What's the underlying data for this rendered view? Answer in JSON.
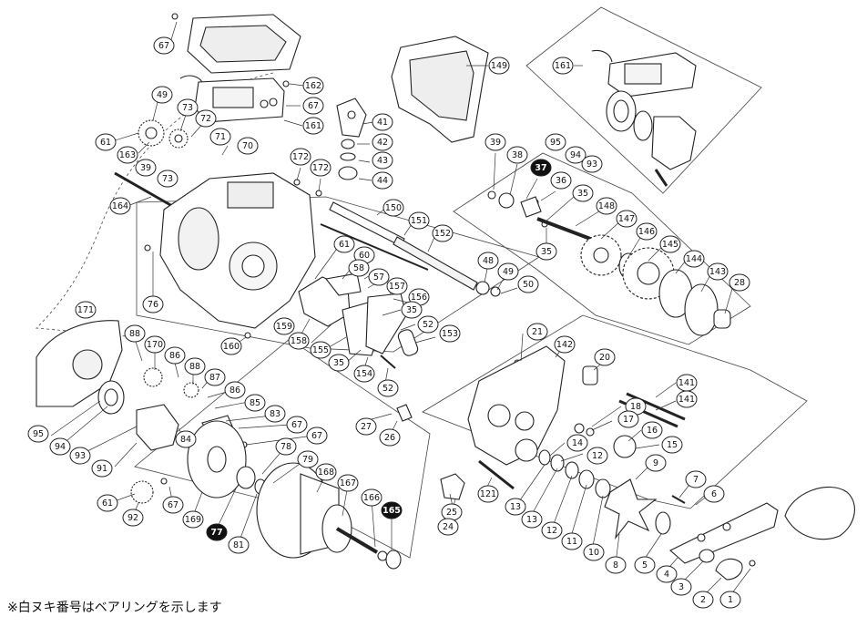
{
  "footnote": "※白ヌキ番号はベアリングを示します",
  "callouts": [
    {
      "n": "67"
    },
    {
      "n": "162"
    },
    {
      "n": "67"
    },
    {
      "n": "161"
    },
    {
      "n": "149"
    },
    {
      "n": "161"
    },
    {
      "n": "49"
    },
    {
      "n": "73"
    },
    {
      "n": "72"
    },
    {
      "n": "71"
    },
    {
      "n": "70"
    },
    {
      "n": "61"
    },
    {
      "n": "163"
    },
    {
      "n": "39"
    },
    {
      "n": "73"
    },
    {
      "n": "41"
    },
    {
      "n": "42"
    },
    {
      "n": "43"
    },
    {
      "n": "44"
    },
    {
      "n": "172"
    },
    {
      "n": "172"
    },
    {
      "n": "164"
    },
    {
      "n": "95"
    },
    {
      "n": "94"
    },
    {
      "n": "93"
    },
    {
      "n": "39"
    },
    {
      "n": "38"
    },
    {
      "n": "37",
      "inverse": true
    },
    {
      "n": "36"
    },
    {
      "n": "35"
    },
    {
      "n": "35"
    },
    {
      "n": "148"
    },
    {
      "n": "147"
    },
    {
      "n": "146"
    },
    {
      "n": "145"
    },
    {
      "n": "144"
    },
    {
      "n": "143"
    },
    {
      "n": "28"
    },
    {
      "n": "150"
    },
    {
      "n": "151"
    },
    {
      "n": "152"
    },
    {
      "n": "61"
    },
    {
      "n": "60"
    },
    {
      "n": "58"
    },
    {
      "n": "57"
    },
    {
      "n": "157"
    },
    {
      "n": "156"
    },
    {
      "n": "48"
    },
    {
      "n": "49"
    },
    {
      "n": "50"
    },
    {
      "n": "76"
    },
    {
      "n": "171"
    },
    {
      "n": "35"
    },
    {
      "n": "52"
    },
    {
      "n": "153"
    },
    {
      "n": "159"
    },
    {
      "n": "158"
    },
    {
      "n": "155"
    },
    {
      "n": "35"
    },
    {
      "n": "154"
    },
    {
      "n": "52"
    },
    {
      "n": "160"
    },
    {
      "n": "88"
    },
    {
      "n": "170"
    },
    {
      "n": "86"
    },
    {
      "n": "88"
    },
    {
      "n": "87"
    },
    {
      "n": "86"
    },
    {
      "n": "85"
    },
    {
      "n": "83"
    },
    {
      "n": "67"
    },
    {
      "n": "67"
    },
    {
      "n": "21"
    },
    {
      "n": "142"
    },
    {
      "n": "20"
    },
    {
      "n": "141"
    },
    {
      "n": "141"
    },
    {
      "n": "18"
    },
    {
      "n": "17"
    },
    {
      "n": "16"
    },
    {
      "n": "15"
    },
    {
      "n": "14"
    },
    {
      "n": "12"
    },
    {
      "n": "27"
    },
    {
      "n": "26"
    },
    {
      "n": "95"
    },
    {
      "n": "94"
    },
    {
      "n": "84"
    },
    {
      "n": "93"
    },
    {
      "n": "91"
    },
    {
      "n": "78"
    },
    {
      "n": "79"
    },
    {
      "n": "9"
    },
    {
      "n": "7"
    },
    {
      "n": "6"
    },
    {
      "n": "121"
    },
    {
      "n": "13"
    },
    {
      "n": "13"
    },
    {
      "n": "12"
    },
    {
      "n": "11"
    },
    {
      "n": "10"
    },
    {
      "n": "8"
    },
    {
      "n": "5"
    },
    {
      "n": "4"
    },
    {
      "n": "3"
    },
    {
      "n": "2"
    },
    {
      "n": "1"
    },
    {
      "n": "168"
    },
    {
      "n": "167"
    },
    {
      "n": "166"
    },
    {
      "n": "165",
      "inverse": true
    },
    {
      "n": "25"
    },
    {
      "n": "24"
    },
    {
      "n": "61"
    },
    {
      "n": "67"
    },
    {
      "n": "92"
    },
    {
      "n": "169"
    },
    {
      "n": "77",
      "inverse": true
    },
    {
      "n": "81"
    }
  ]
}
